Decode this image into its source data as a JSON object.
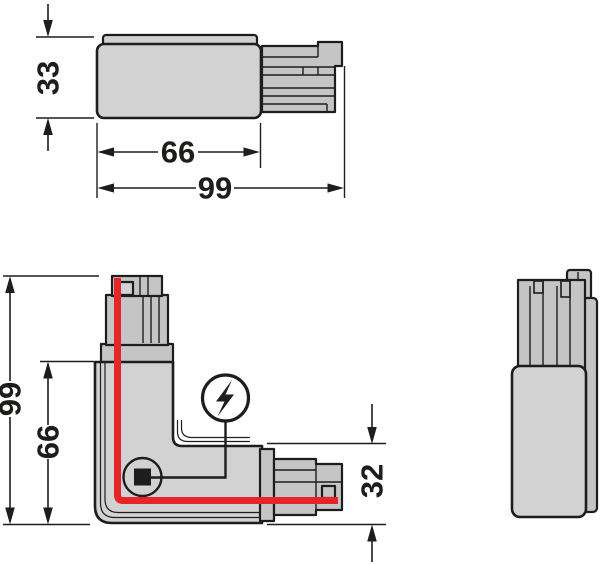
{
  "palette": {
    "background": "#ffffff",
    "outline": "#1d1d1b",
    "body-gray": "#d2d2d2",
    "plug-gray": "#c5c5c5",
    "live-red": "#e5252a"
  },
  "views": {
    "top": {
      "dims": {
        "height": "33",
        "body_length": "66",
        "overall_length": "99"
      }
    },
    "corner": {
      "dims": {
        "overall_height": "99",
        "body_height": "66",
        "arm_height": "32"
      }
    }
  },
  "icons": {
    "lightning_bolt": "⚡",
    "ground_marker": "■"
  }
}
